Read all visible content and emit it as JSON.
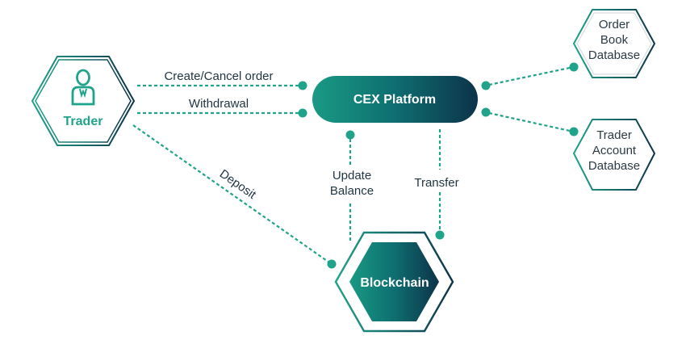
{
  "colors": {
    "teal": "#1fa38a",
    "dark_navy": "#0d3349",
    "label_text": "#1f3442"
  },
  "nodes": {
    "trader": {
      "label": "Trader",
      "icon": "person-icon"
    },
    "cex": {
      "label": "CEX Platform"
    },
    "blockchain": {
      "label": "Blockchain"
    },
    "order_book_db": {
      "lines": [
        "Order",
        "Book",
        "Database"
      ]
    },
    "trader_account_db": {
      "lines": [
        "Trader",
        "Account",
        "Database"
      ]
    }
  },
  "edges": {
    "create_cancel": {
      "label": "Create/Cancel order"
    },
    "withdrawal": {
      "label": "Withdrawal"
    },
    "deposit": {
      "label": "Deposit"
    },
    "update_balance": {
      "lines": [
        "Update",
        "Balance"
      ]
    },
    "transfer": {
      "label": "Transfer"
    }
  }
}
